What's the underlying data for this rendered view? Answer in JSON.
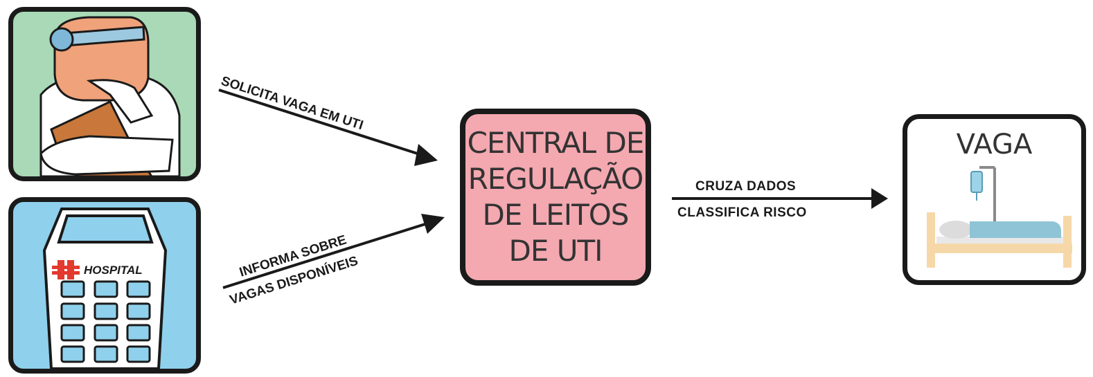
{
  "doctor": {
    "icon": "doctor-with-clipboard-icon"
  },
  "hospital": {
    "sign_label": "HOSPITAL",
    "icon": "hospital-building-icon"
  },
  "central": {
    "lines": [
      "CENTRAL DE",
      "REGULAÇÃO",
      "DE LEITOS",
      "DE UTI"
    ],
    "color": "#f4a8b0"
  },
  "vaga": {
    "title": "VAGA",
    "icon": "hospital-bed-icon"
  },
  "arrows": {
    "request": "SOLICITA VAGA EM UTI",
    "inform_line1": "INFORMA SOBRE",
    "inform_line2": "VAGAS DISPONÍVEIS",
    "cross_line1": "CRUZA DADOS",
    "cross_line2": "CLASSIFICA RISCO"
  },
  "colors": {
    "doctor_bg": "#a9d9b6",
    "hospital_bg": "#8fd0ec",
    "skin": "#f0a27a",
    "clipboard": "#c9773a"
  }
}
